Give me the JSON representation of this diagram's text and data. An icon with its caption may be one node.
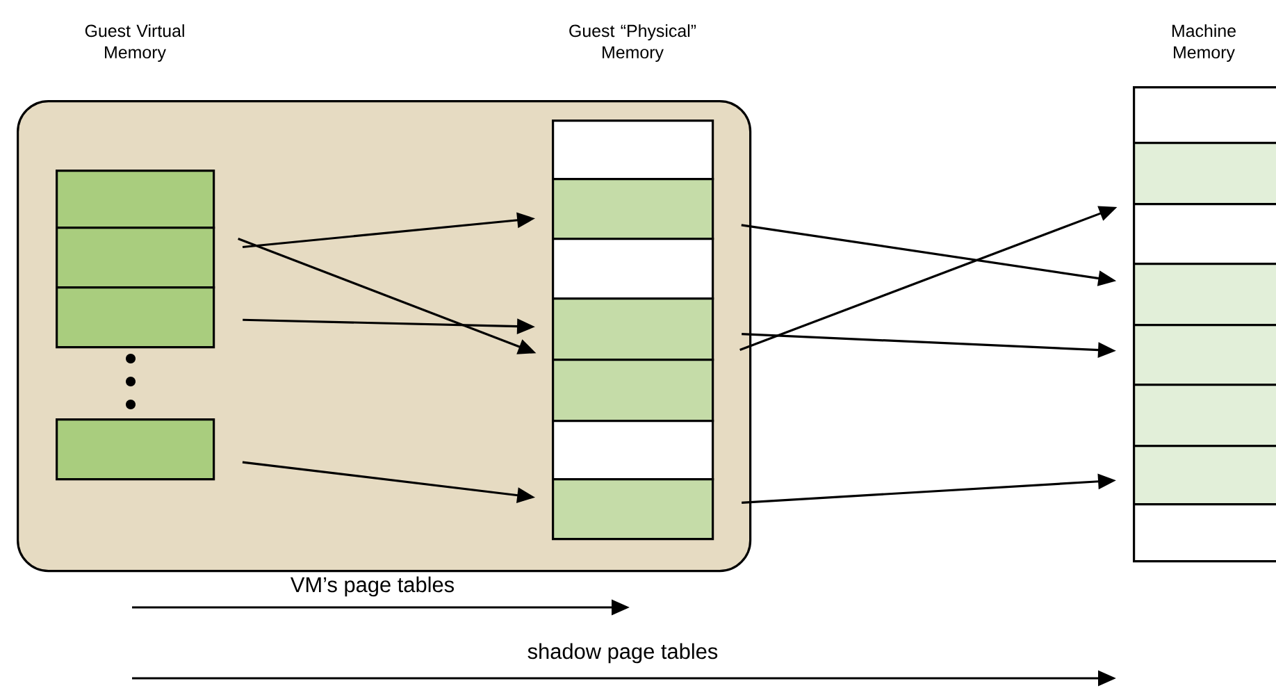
{
  "diagram": {
    "nodes": [
      {
        "text": [],
        "shape": "box"
      },
      {
        "text": [],
        "shape": "box",
        "in": 0
      },
      {
        "text": [],
        "shape": "box",
        "in": 0
      },
      {
        "text": [],
        "shape": "box",
        "in": 0
      },
      {
        "text": [],
        "shape": "box",
        "in": 0
      },
      {
        "text": [],
        "shape": "box",
        "in": 0
      },
      {
        "text": [],
        "shape": "box",
        "in": 0
      },
      {
        "text": [],
        "shape": "box",
        "in": 0
      },
      {
        "text": [],
        "shape": "box",
        "in": 0
      },
      {
        "text": [],
        "shape": "box",
        "in": 0
      },
      {
        "text": [],
        "shape": "box",
        "in": 0
      },
      {
        "text": [],
        "shape": "box",
        "in": 0
      },
      {
        "text": [],
        "shape": "box"
      },
      {
        "text": [],
        "shape": "box"
      },
      {
        "text": [],
        "shape": "box"
      },
      {
        "text": [],
        "shape": "box"
      },
      {
        "text": [],
        "shape": "box"
      },
      {
        "text": [],
        "shape": "box"
      },
      {
        "text": [],
        "shape": "box"
      },
      {
        "text": [],
        "shape": "box"
      }
    ],
    "edges": [
      {
        "from": 1,
        "to": 9,
        "arrow": "to"
      },
      {
        "from": 2,
        "to": 6,
        "arrow": "to"
      },
      {
        "from": 3,
        "to": 8,
        "arrow": "to"
      },
      {
        "from": 4,
        "to": 11,
        "arrow": "to"
      },
      {
        "from": 6,
        "to": 15,
        "arrow": "to"
      },
      {
        "from": 8,
        "to": 16,
        "arrow": "to"
      },
      {
        "from": 9,
        "to": 13,
        "arrow": "to"
      },
      {
        "from": 11,
        "to": 18,
        "arrow": "to"
      }
    ],
    "labels": [
      "Guest Virtual Memory",
      "Guest “Physical” Memory",
      "Machine Memory",
      "VM’s page tables",
      "shadow page tables"
    ]
  }
}
